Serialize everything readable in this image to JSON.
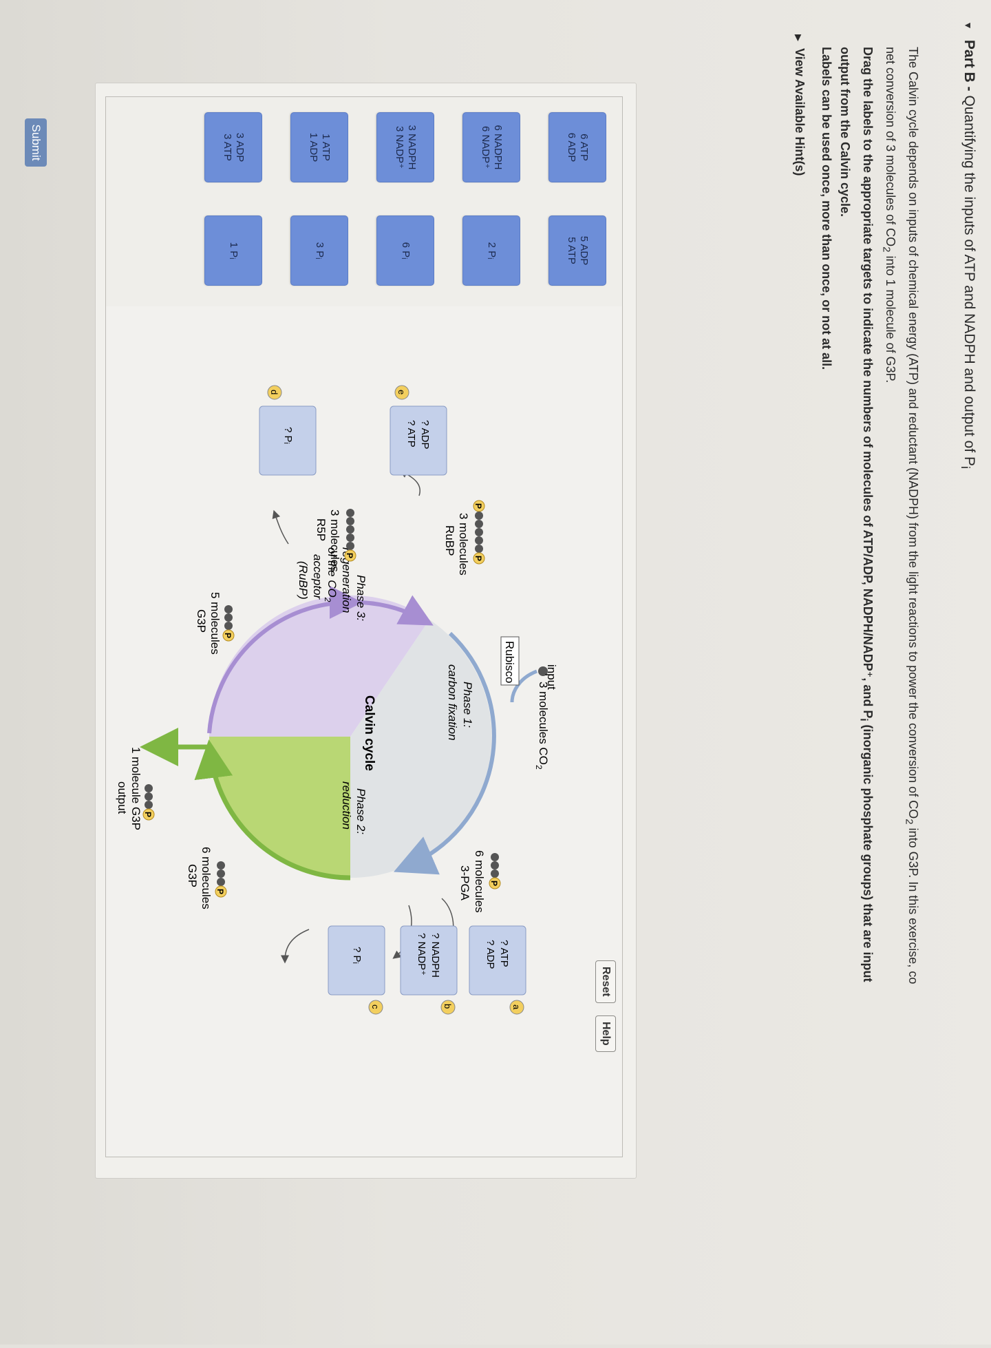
{
  "header": {
    "part": "Part B",
    "title": "Quantifying the inputs of ATP and NADPH and output of P",
    "title_sub": "i"
  },
  "intro": {
    "line1": "The Calvin cycle depends on inputs of chemical energy (ATP) and reductant (NADPH) from the light reactions to power the conversion of CO",
    "line1_sub": "2",
    "line1_rest": " into G3P. In this exercise, co",
    "line2_a": "net conversion of 3 molecules of CO",
    "line2_sub": "2",
    "line2_b": " into 1 molecule of G3P."
  },
  "instructions": {
    "line1": "Drag the labels to the appropriate targets to indicate the numbers of molecules of ATP/ADP, NADPH/NADP⁺, and P",
    "line1_sub": "i",
    "line1_rest": " (inorganic phosphate groups) that are input",
    "line2": "output from the Calvin cycle."
  },
  "labels_note": "Labels can be used once, more than once, or not at all.",
  "hint_link": "View Available Hint(s)",
  "buttons": {
    "reset": "Reset",
    "help": "Help",
    "submit": "Submit"
  },
  "labels": [
    {
      "l1": "6 ATP",
      "l2": "6 ADP"
    },
    {
      "l1": "5 ADP",
      "l2": "5 ATP"
    },
    {
      "l1": "6 NADPH",
      "l2": "6 NADP⁺"
    },
    {
      "l1": "2 Pᵢ",
      "l2": ""
    },
    {
      "l1": "3 NADPH",
      "l2": "3 NADP⁺"
    },
    {
      "l1": "6 Pᵢ",
      "l2": ""
    },
    {
      "l1": "1 ATP",
      "l2": "1 ADP"
    },
    {
      "l1": "3 Pᵢ",
      "l2": ""
    },
    {
      "l1": "3 ADP",
      "l2": "3 ATP"
    },
    {
      "l1": "1 Pᵢ",
      "l2": ""
    }
  ],
  "diagram": {
    "input_label": "input",
    "input_co2": "3 molecules CO",
    "co2_sub": "2",
    "rubisco": "Rubisco",
    "phase1": "Phase 1:",
    "phase1_desc": "carbon fixation",
    "phase2": "Phase 2:",
    "phase2_desc": "reduction",
    "phase3": "Phase 3:",
    "phase3_l1": "regeneration",
    "phase3_l2": "of the CO",
    "phase3_l2_sub": "2",
    "phase3_l3": "acceptor",
    "phase3_l4": "(RuBP)",
    "cycle_title": "Calvin cycle",
    "pga_l1": "6 molecules",
    "pga_l2": "3-PGA",
    "g3p6_l1": "6 molecules",
    "g3p6_l2": "G3P",
    "g3p5_l1": "5 molecules",
    "g3p5_l2": "G3P",
    "r5p_l1": "3 molecules",
    "r5p_l2": "R5P",
    "rubp_l1": "3 molecules",
    "rubp_l2": "RuBP",
    "output_l1": "1 molecule G3P",
    "output_l2": "output",
    "phosphate": "P",
    "targets": {
      "a": {
        "letter": "a",
        "l1": "? ATP",
        "l2": "? ADP"
      },
      "b": {
        "letter": "b",
        "l1": "? NADPH",
        "l2": "? NADP⁺"
      },
      "c": {
        "letter": "c",
        "l1": "? Pᵢ",
        "l2": ""
      },
      "d": {
        "letter": "d",
        "l1": "? Pᵢ",
        "l2": ""
      },
      "e": {
        "letter": "e",
        "l1": "? ADP",
        "l2": "? ATP"
      }
    }
  },
  "colors": {
    "label_fill": "#6d8ed8",
    "target_fill": "#c4d0ea",
    "phase1_fill": "#e0e3e5",
    "phase2_fill": "#b9d774",
    "phase3_fill": "#dcd0ec",
    "arrow_blue": "#8fa9cf",
    "arrow_green": "#7fb743",
    "arrow_purple": "#a78ed2",
    "phosphate_fill": "#f3cf5e"
  }
}
